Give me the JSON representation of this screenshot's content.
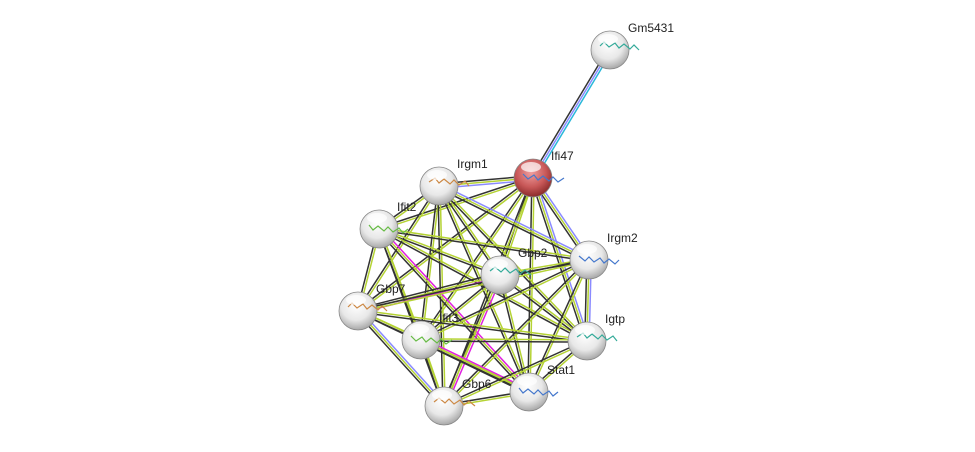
{
  "network": {
    "query_node": "Ifi47",
    "nodes": [
      {
        "id": "Gm5431",
        "label": "Gm5431",
        "query": false
      },
      {
        "id": "Ifi47",
        "label": "Ifi47",
        "query": true
      },
      {
        "id": "Irgm1",
        "label": "Irgm1",
        "query": false
      },
      {
        "id": "Ifit2",
        "label": "Ifit2",
        "query": false
      },
      {
        "id": "Gbp2",
        "label": "Gbp2",
        "query": false
      },
      {
        "id": "Irgm2",
        "label": "Irgm2",
        "query": false
      },
      {
        "id": "Gbp7",
        "label": "Gbp7",
        "query": false
      },
      {
        "id": "Ifit3",
        "label": "Ifit3",
        "query": false
      },
      {
        "id": "Igtp",
        "label": "Igtp",
        "query": false
      },
      {
        "id": "Stat1",
        "label": "Stat1",
        "query": false
      },
      {
        "id": "Gbp6",
        "label": "Gbp6",
        "query": false
      }
    ],
    "evidence_colors": {
      "database": "#2ab7d9",
      "homology": "#8a8aff",
      "coexpression": "#333333",
      "textmining": "#b5d334",
      "experiments": "#e020e0"
    },
    "special_edges": [
      {
        "source": "Gm5431",
        "target": "Ifi47",
        "evidence": [
          "database",
          "homology",
          "coexpression"
        ]
      },
      {
        "source": "Irgm1",
        "target": "Ifi47",
        "evidence": [
          "homology",
          "textmining",
          "coexpression"
        ]
      },
      {
        "source": "Ifi47",
        "target": "Irgm2",
        "evidence": [
          "homology",
          "textmining",
          "coexpression"
        ]
      },
      {
        "source": "Ifi47",
        "target": "Igtp",
        "evidence": [
          "homology",
          "textmining",
          "coexpression"
        ]
      },
      {
        "source": "Irgm1",
        "target": "Irgm2",
        "evidence": [
          "homology",
          "textmining",
          "coexpression"
        ]
      },
      {
        "source": "Irgm2",
        "target": "Igtp",
        "evidence": [
          "homology",
          "textmining",
          "coexpression"
        ]
      },
      {
        "source": "Gbp7",
        "target": "Gbp6",
        "evidence": [
          "homology",
          "textmining",
          "coexpression"
        ]
      },
      {
        "source": "Ifit2",
        "target": "Stat1",
        "evidence": [
          "experiments",
          "textmining",
          "coexpression"
        ]
      },
      {
        "source": "Gbp7",
        "target": "Gbp2",
        "evidence": [
          "experiments",
          "textmining",
          "coexpression"
        ]
      },
      {
        "source": "Gbp2",
        "target": "Gbp6",
        "evidence": [
          "experiments",
          "textmining",
          "coexpression"
        ]
      },
      {
        "source": "Ifit3",
        "target": "Stat1",
        "evidence": [
          "experiments",
          "textmining",
          "coexpression"
        ]
      },
      {
        "source": "Ifit2",
        "target": "Ifit3",
        "evidence": [
          "textmining",
          "coexpression"
        ]
      }
    ],
    "default_cluster_evidence": [
      "textmining",
      "coexpression"
    ]
  }
}
